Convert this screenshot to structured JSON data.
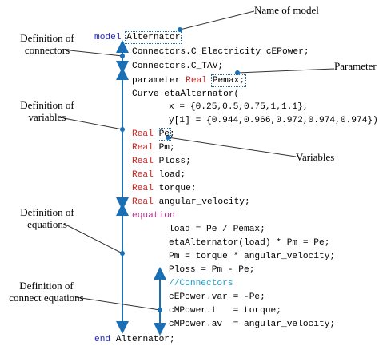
{
  "labels": {
    "name_of_model": "Name of model",
    "definition_of_connectors": [
      "Definition of",
      "connectors"
    ],
    "parameter": "Parameter",
    "definition_of_variables": [
      "Definition of",
      "variables"
    ],
    "variables": "Variables",
    "definition_of_equations": [
      "Definition of",
      "equations"
    ],
    "definition_of_connect_equations": [
      "Definition of",
      "connect equations"
    ]
  },
  "code": {
    "model_keyword": "model",
    "model_name": "Alternator",
    "connector_line_1": "Connectors.C_Electricity cEPower;",
    "connector_line_2": "Connectors.C_TAV;",
    "parameter_keyword": "parameter",
    "parameter_type": "Real",
    "parameter_name": "Pemax;",
    "curve_line": "Curve etaAlternator(",
    "curve_x": "x = {0.25,0.5,0.75,1,1.1},",
    "curve_y": "y[1] = {0.944,0.966,0.972,0.974,0.974});",
    "var_type": "Real",
    "variable_1": "Pe",
    "variable_1_end": ";",
    "variable_2": "Pm;",
    "variable_3": "Ploss;",
    "variable_4": "load;",
    "variable_5": "torque;",
    "variable_6": "angular_velocity;",
    "equation_keyword": "equation",
    "equation_1": "load = Pe / Pemax;",
    "equation_2": "etaAlternator(load) * Pm = Pe;",
    "equation_3": "Pm = torque * angular_velocity;",
    "equation_4": "Ploss = Pm - Pe;",
    "connectors_comment": "//Connectors",
    "connect_1": "cEPower.var = -Pe;",
    "connect_2": "cMPower.t   = torque;",
    "connect_3": "cMPower.av  = angular_velocity;",
    "end_keyword": "end",
    "end_name": "Alternator;"
  },
  "colors": {
    "keyword": "#2222cc",
    "type": "#cc2222",
    "equation_keyword": "#b0308a",
    "comment": "#1fa0c8",
    "arrow": "#1a6fb5",
    "pointer_line": "#333333"
  }
}
